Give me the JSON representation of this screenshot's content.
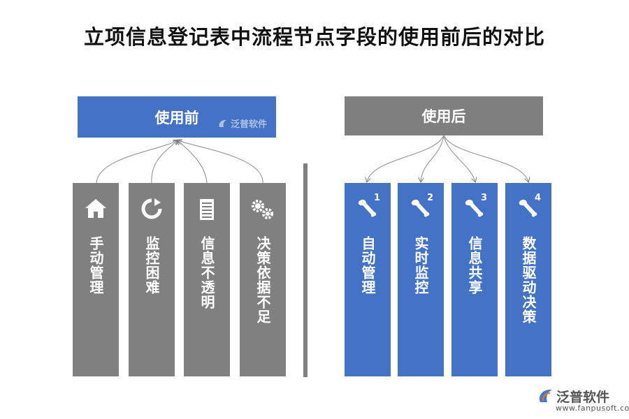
{
  "title": "立项信息登记表中流程节点字段的使用前后的对比",
  "before": {
    "header": "使用前",
    "items": [
      {
        "icon": "home-icon",
        "label": "手动管理"
      },
      {
        "icon": "refresh-icon",
        "label": "监控困难"
      },
      {
        "icon": "document-icon",
        "label": "信息不透明"
      },
      {
        "icon": "gears-icon",
        "label": "决策依据不足"
      }
    ]
  },
  "after": {
    "header": "使用后",
    "items": [
      {
        "icon": "wrench-icon",
        "number": "1",
        "label": "自动管理"
      },
      {
        "icon": "wrench-icon",
        "number": "2",
        "label": "实时监控"
      },
      {
        "icon": "wrench-icon",
        "number": "3",
        "label": "信息共享"
      },
      {
        "icon": "wrench-icon",
        "number": "4",
        "label": "数据驱动决策"
      }
    ]
  },
  "watermark": {
    "brand": "泛普软件",
    "url": "www.fanpusoft.com"
  },
  "colors": {
    "blue": "#4472c4",
    "gray": "#7f7f7f"
  }
}
